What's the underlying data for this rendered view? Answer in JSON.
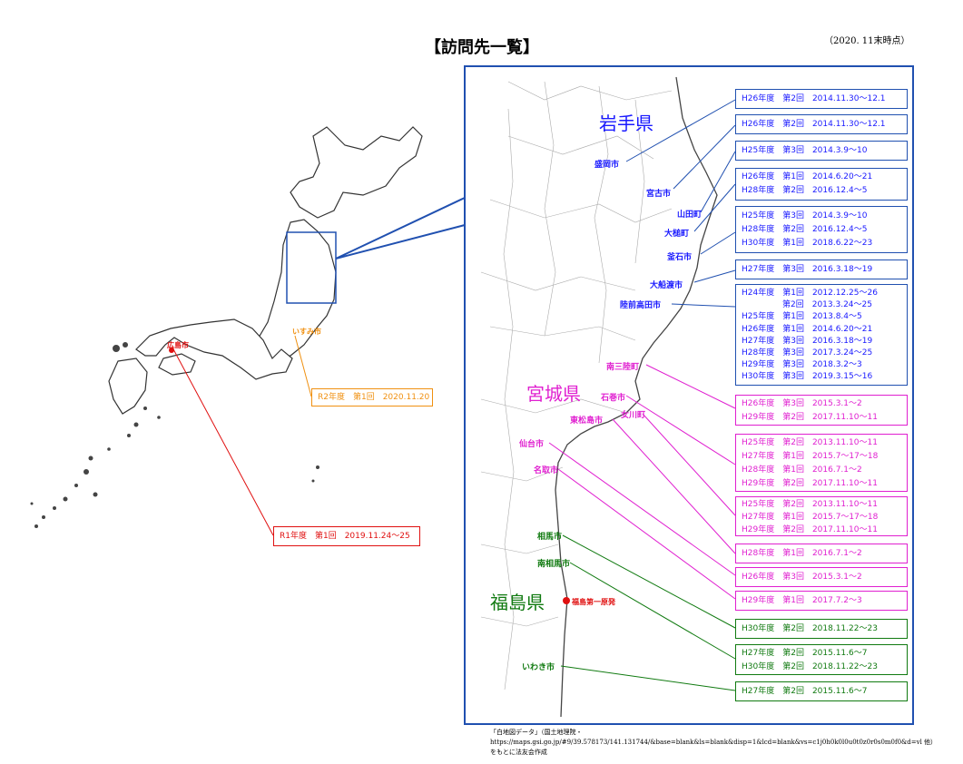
{
  "title": "【訪問先一覧】",
  "as_of": "（2020. 11末時点）",
  "prefectures": {
    "iwate": "岩手県",
    "miyagi": "宮城県",
    "fukushima": "福島県"
  },
  "cities": {
    "morioka": "盛岡市",
    "miyako": "宮古市",
    "yamada": "山田町",
    "otsuchi": "大槌町",
    "kamaishi": "釜石市",
    "ofunato": "大船渡市",
    "rikuzentakata": "陸前高田市",
    "minamisanriku": "南三陸町",
    "ishinomaki": "石巻市",
    "onagawa": "女川町",
    "higashimatsushima": "東松島市",
    "sendai": "仙台市",
    "natori": "名取市",
    "soma": "相馬市",
    "minamisoma": "南相馬市",
    "fukushima_daiichi": "福島第一原発",
    "iwaki": "いわき市",
    "hiroshima": "広島市",
    "isumi": "いすみ市"
  },
  "visit_boxes": {
    "morioka": [
      "H26年度　第2回　2014.11.30〜12.1"
    ],
    "miyako": [
      "H26年度　第2回　2014.11.30〜12.1"
    ],
    "yamada": [
      "H25年度　第3回　2014.3.9〜10"
    ],
    "otsuchi": [
      "H26年度　第1回　2014.6.20〜21",
      "H28年度　第2回　2016.12.4〜5"
    ],
    "kamaishi": [
      "H25年度　第3回　2014.3.9〜10",
      "H28年度　第2回　2016.12.4〜5",
      "H30年度　第1回　2018.6.22〜23"
    ],
    "ofunato": [
      "H27年度　第3回　2016.3.18〜19"
    ],
    "rikuzentakata": [
      "H24年度　第1回　2012.12.25〜26",
      "　　　　　第2回　2013.3.24〜25",
      "H25年度　第1回　2013.8.4〜5",
      "H26年度　第1回　2014.6.20〜21",
      "H27年度　第3回　2016.3.18〜19",
      "H28年度　第3回　2017.3.24〜25",
      "H29年度　第3回　2018.3.2〜3",
      "H30年度　第3回　2019.3.15〜16"
    ],
    "minamisanriku": [
      "H26年度　第3回　2015.3.1〜2",
      "H29年度　第2回　2017.11.10〜11"
    ],
    "ishinomaki": [
      "H25年度　第2回　2013.11.10〜11",
      "H27年度　第1回　2015.7〜17〜18",
      "H28年度　第1回　2016.7.1〜2",
      "H29年度　第2回　2017.11.10〜11"
    ],
    "onagawa": [
      "H25年度　第2回　2013.11.10〜11",
      "H27年度　第1回　2015.7〜17〜18",
      "H29年度　第2回　2017.11.10〜11"
    ],
    "higashimatsushima": [
      "H28年度　第1回　2016.7.1〜2"
    ],
    "sendai": [
      "H26年度　第3回　2015.3.1〜2"
    ],
    "natori": [
      "H29年度　第1回　2017.7.2〜3"
    ],
    "soma": [
      "H30年度　第2回　2018.11.22〜23"
    ],
    "minamisoma": [
      "H27年度　第2回　2015.11.6〜7",
      "H30年度　第2回　2018.11.22〜23"
    ],
    "iwaki": [
      "H27年度　第2回　2015.11.6〜7"
    ],
    "hiroshima": [
      "R1年度　第1回　2019.11.24〜25"
    ],
    "isumi": [
      "R2年度　第1回　2020.11.20"
    ]
  },
  "footer": {
    "line1": "「白地図データ」（国土地理院・https://maps.gsi.go.jp/#9/39.578173/141.131744/&base=blank&ls=blank&disp=1&lcd=blank&vs=c1j0h0k0l0u0t0z0r0s0m0f0&d=vl 他）",
    "line2": "をもとに法友会作成"
  },
  "colors": {
    "iwate": "#1a1aff",
    "miyagi": "#e020d0",
    "fukushima": "#107a10",
    "hiroshima": "#e01010",
    "isumi": "#f09010",
    "frame": "#2050b0"
  }
}
